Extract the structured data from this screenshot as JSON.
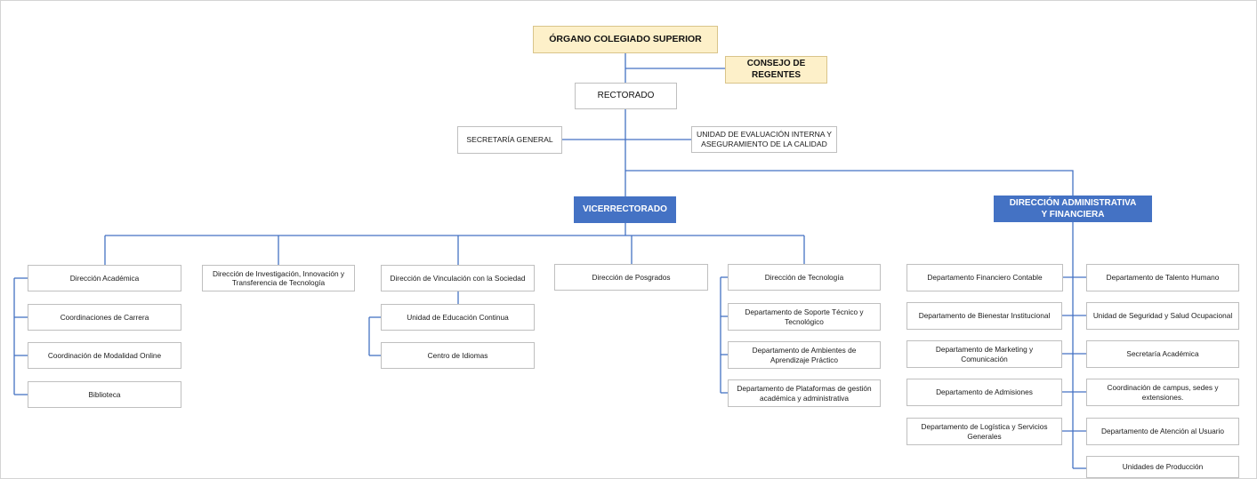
{
  "colors": {
    "connector": "#4472c4",
    "gold_fill": "#fdf0c9",
    "blue_fill": "#4472c4"
  },
  "top": {
    "organo": "ÓRGANO COLEGIADO SUPERIOR",
    "consejo": "CONSEJO DE REGENTES",
    "rectorado": "RECTORADO",
    "secretaria_general": "SECRETARÍA GENERAL",
    "unidad_evaluacion": "UNIDAD DE EVALUACIÓN INTERNA Y ASEGURAMIENTO DE LA CALIDAD"
  },
  "vicerrectorado": {
    "title": "VICERRECTORADO",
    "academica": {
      "title": "Dirección Académica",
      "items": [
        "Coordinaciones de Carrera",
        "Coordinación de Modalidad Online",
        "Biblioteca"
      ]
    },
    "investigacion": {
      "title": "Dirección de Investigación, Innovación y Transferencia de Tecnología"
    },
    "vinculacion": {
      "title": "Dirección de Vinculación con la Sociedad",
      "items": [
        "Unidad de Educación Continua",
        "Centro de Idiomas"
      ]
    },
    "posgrados": {
      "title": "Dirección de Posgrados"
    },
    "tecnologia": {
      "title": "Dirección de Tecnología",
      "items": [
        "Departamento de Soporte Técnico y Tecnológico",
        "Departamento de Ambientes de Aprendizaje Práctico",
        "Departamento de Plataformas de gestión académica y administrativa"
      ]
    }
  },
  "administrativa": {
    "title": "DIRECCIÓN ADMINISTRATIVA Y FINANCIERA",
    "left_items": [
      "Departamento Financiero Contable",
      "Departamento de Bienestar Institucional",
      "Departamento de Marketing y Comunicación",
      "Departamento de Admisiones",
      "Departamento de Logística y Servicios Generales"
    ],
    "right_items": [
      "Departamento de Talento Humano",
      "Unidad de Seguridad y Salud Ocupacional",
      "Secretaría Académica",
      "Coordinación de campus, sedes y extensiones.",
      "Departamento de Atención al Usuario",
      "Unidades de Producción"
    ]
  }
}
